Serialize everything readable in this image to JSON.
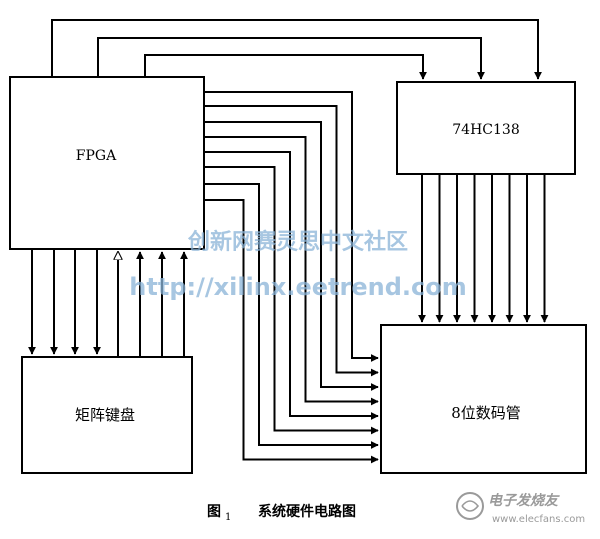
{
  "blocks": {
    "fpga": "FPGA",
    "decoder": "74HC138",
    "keyboard": "矩阵键盘",
    "display": "8位数码管"
  },
  "caption": {
    "figure_no": "图",
    "figure_sub": "1",
    "title": "系统硬件电路图"
  },
  "watermark": {
    "line1": "创新网赛灵思中文社区",
    "line2": "http://xilinx.eetrend.com"
  },
  "logo": {
    "brand": "电子发烧友",
    "url": "www.elecfans.com"
  },
  "colors": {
    "line": "#000000",
    "watermark": "#8ab4d8",
    "logo": "#9a9a9a"
  }
}
